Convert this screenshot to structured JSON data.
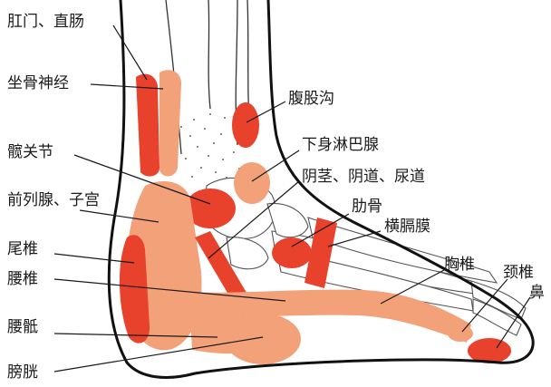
{
  "diagram": {
    "labels": {
      "anus_rectum": "肛门、直肠",
      "sciatic_nerve": "坐骨神经",
      "groin": "腹股沟",
      "hip_joint": "髋关节",
      "lower_lymph": "下身淋巴腺",
      "prostate_uterus": "前列腺、子宫",
      "penis_vagina_urethra": "阴茎、阴道、尿道",
      "ribs": "肋骨",
      "diaphragm": "横膈膜",
      "coccyx": "尾椎",
      "thoracic_spine": "胸椎",
      "cervical_spine": "颈椎",
      "lumbar_spine": "腰椎",
      "nose": "鼻",
      "sacrum": "腰骶",
      "bladder": "膀胱"
    },
    "colors": {
      "red": "#e8412c",
      "salmon": "#f2a179",
      "outline": "#111111",
      "background": "#ffffff"
    }
  }
}
